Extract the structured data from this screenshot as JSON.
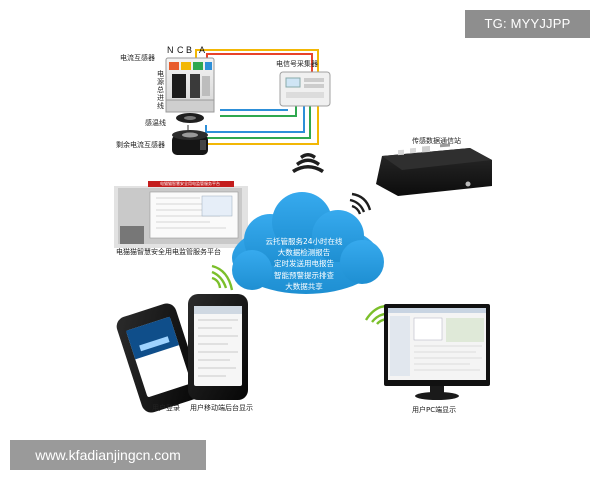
{
  "watermarks": {
    "top_right": "TG: MYYJJPP",
    "bottom_left": "www.kfadianjingcn.com"
  },
  "labels": {
    "current_transformer": "电流互感器",
    "power_main_line": "电源总进线",
    "leakage_line": "感温线",
    "residual_current_transformer": "剩余电流互感器",
    "signal_collector": "电信号采集器",
    "data_station": "传感数据通信站",
    "platform": "电猫猫智慧安全用电监管服务平台",
    "user_login": "用户登录",
    "mobile_display": "用户移动端后台显示",
    "pc_display": "用户PC端显示"
  },
  "phases": [
    "N",
    "C",
    "B",
    "A"
  ],
  "cloud": {
    "lines": [
      "云托管服务24小时在线",
      "大数据检测报告",
      "定时发送用电报告",
      "智能预警提示排查",
      "大数据共享"
    ],
    "color": "#2a9ee0"
  },
  "screen": {
    "banner": "电猫猫智慧安全用电监管服务平台"
  },
  "colors": {
    "wire_red": "#e8432a",
    "wire_yellow": "#f2b705",
    "wire_green": "#2fa84f",
    "wire_blue": "#2d8fd8",
    "cloud": "#2a9ee0",
    "wifi_dark": "#1e1e1e",
    "wifi_green": "#7bbf2a"
  }
}
